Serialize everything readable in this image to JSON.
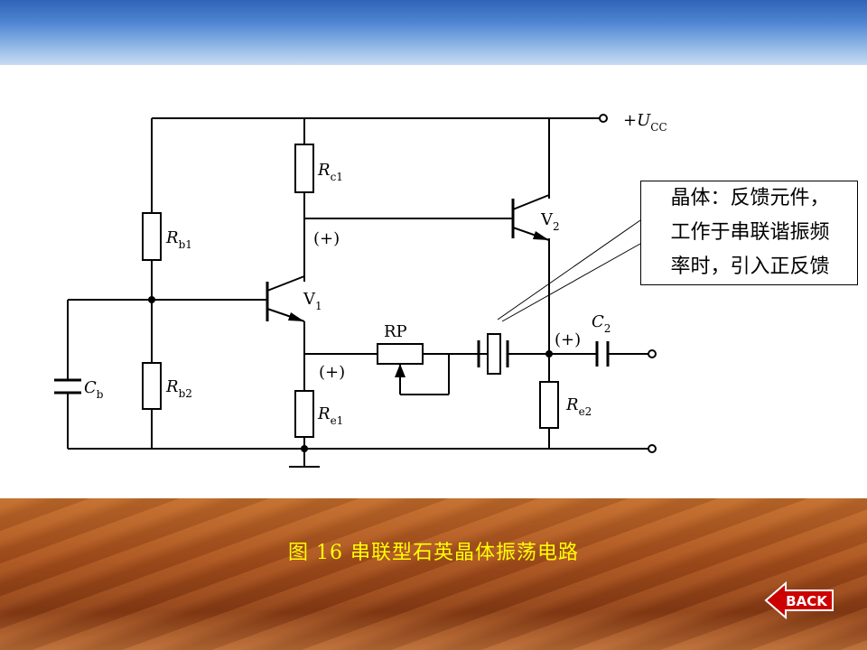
{
  "slide": {
    "caption": "图 16  串联型石英晶体振荡电路",
    "back_label": "BACK"
  },
  "diagram": {
    "supply_U": "U",
    "supply_plus": "+",
    "supply_sub": "CC",
    "labels": {
      "Rc1": {
        "main": "R",
        "sub": "c1"
      },
      "Rb1": {
        "main": "R",
        "sub": "b1"
      },
      "Rb2": {
        "main": "R",
        "sub": "b2"
      },
      "Re1": {
        "main": "R",
        "sub": "e1"
      },
      "Re2": {
        "main": "R",
        "sub": "e2"
      },
      "Cb": {
        "main": "C",
        "sub": "b"
      },
      "C2": {
        "main": "C",
        "sub": "2"
      },
      "V1": {
        "main": "V",
        "sub": "1"
      },
      "V2": {
        "main": "V",
        "sub": "2"
      },
      "RP": "RP"
    },
    "polarity_marks": [
      "(+)",
      "(+)",
      "(+)"
    ],
    "callout": [
      "晶体：反馈元件，",
      "工作于串联谐振频",
      "率时，引入正反馈"
    ]
  },
  "colors": {
    "caption": "#ffff00",
    "back_bg": "#cc0000",
    "top_band": "#4f86d2",
    "bottom_band": "#a84f1c"
  }
}
